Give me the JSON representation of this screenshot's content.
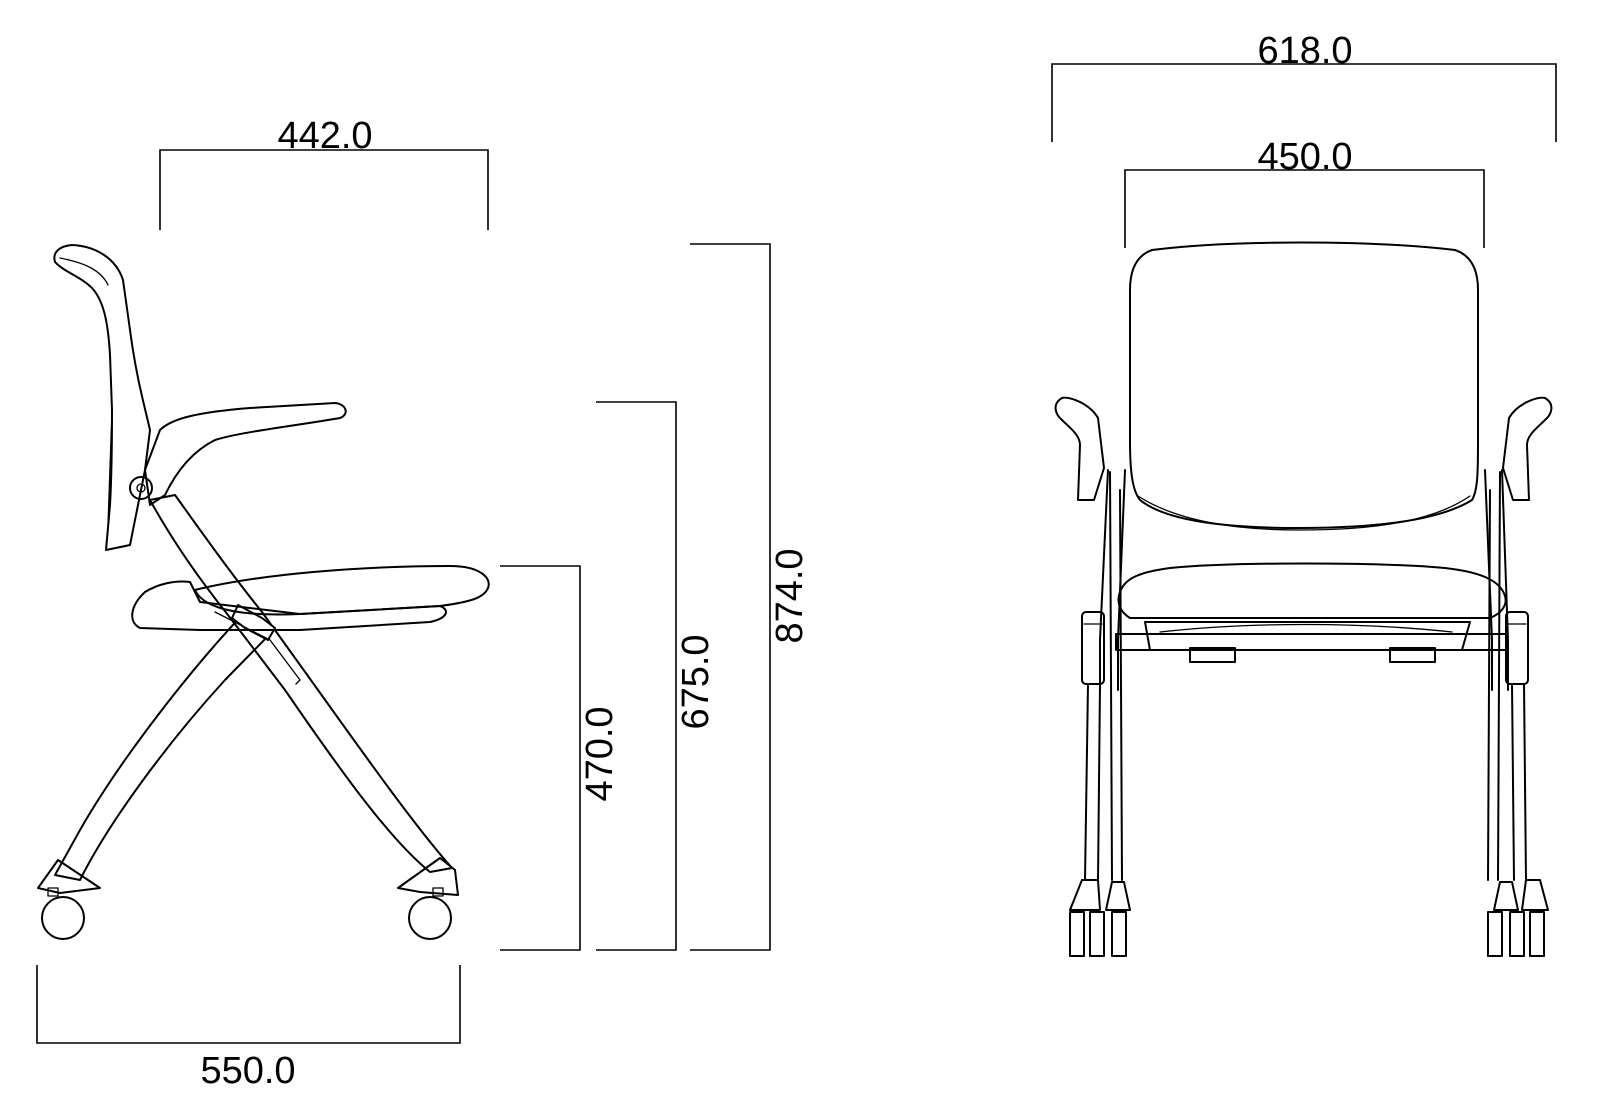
{
  "dimensions": {
    "side_back_depth": "442.0",
    "side_overall_depth": "550.0",
    "side_seat_height": "470.0",
    "side_arm_height": "675.0",
    "side_overall_height": "874.0",
    "front_overall_width": "618.0",
    "front_seat_width": "450.0"
  }
}
